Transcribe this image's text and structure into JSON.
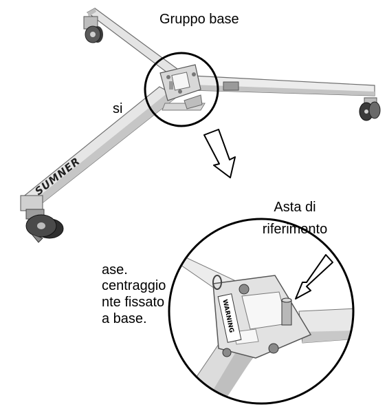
{
  "title": "Gruppo base",
  "brand_logo": "SUMNER",
  "text_fragments": [
    "si",
    "ase.",
    "centraggio",
    "nte fissato",
    "a base."
  ],
  "callout": {
    "line1": "Asta di",
    "line2": "riferimento"
  },
  "label_sticker": "WARNING",
  "icons": [
    "magnify-arrow-icon",
    "pointer-arrow-icon"
  ],
  "colors": {
    "ink": "#000000",
    "metal_light": "#e4e4e4",
    "metal_mid": "#bdbdbd",
    "metal_dark": "#6e6e6e",
    "wheel": "#3a3a3a"
  }
}
